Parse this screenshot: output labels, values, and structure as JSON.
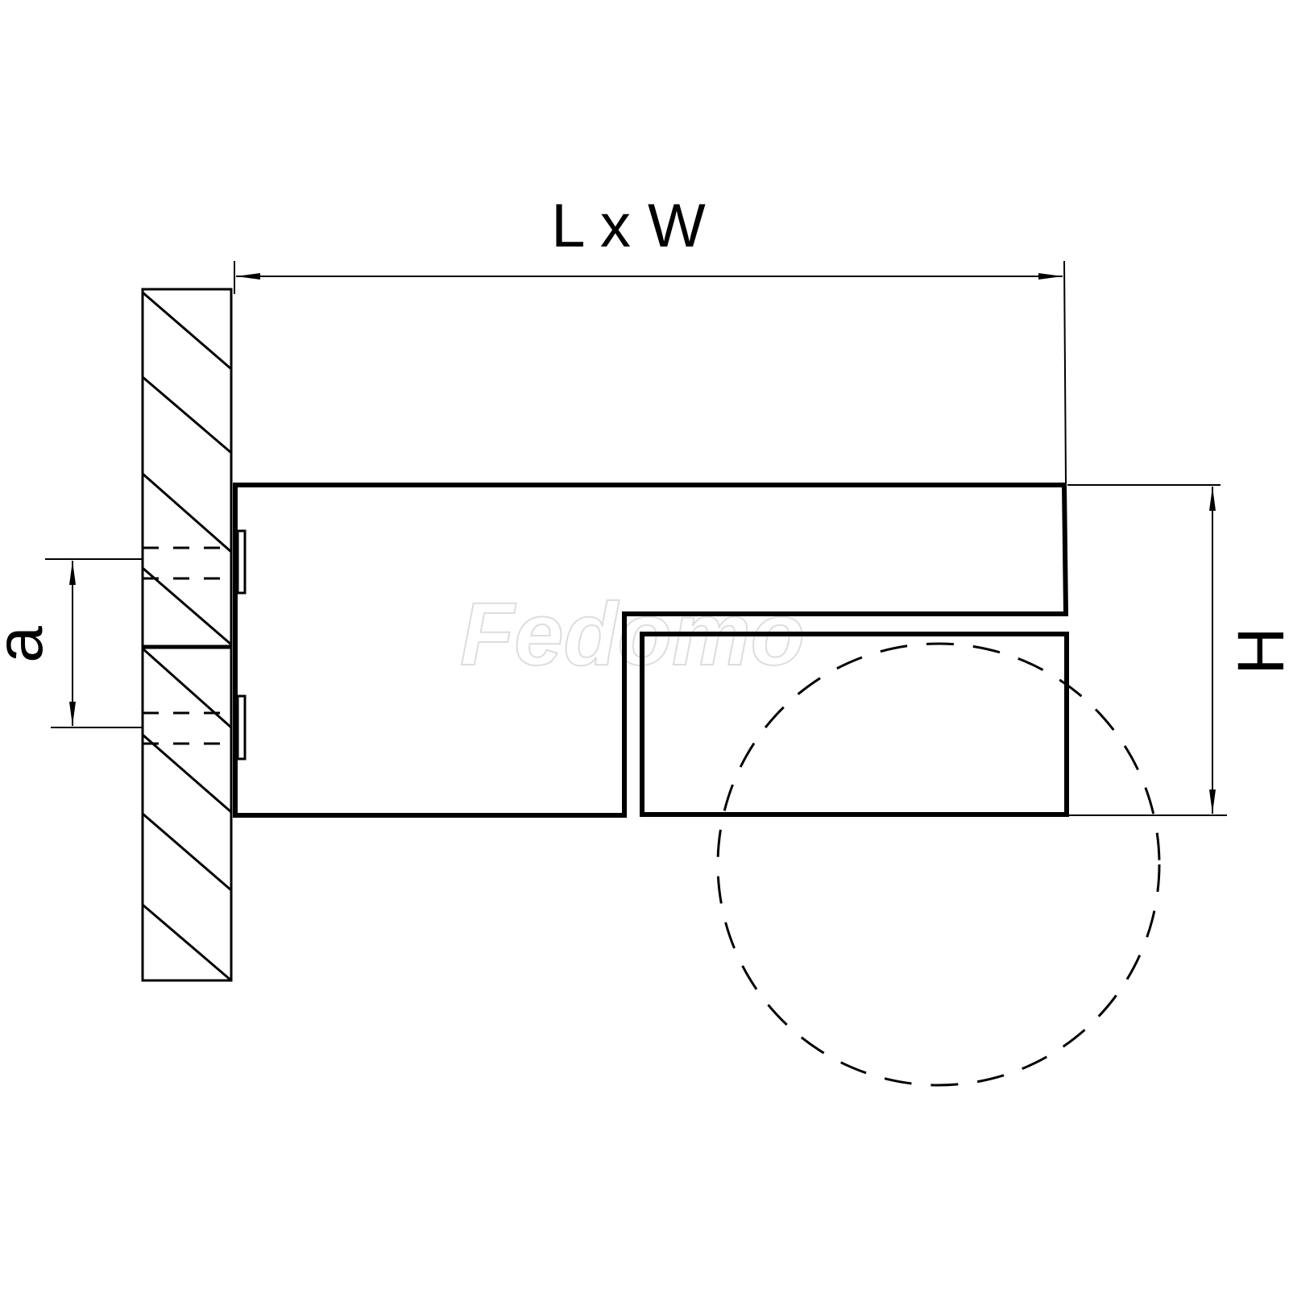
{
  "dimensions": {
    "length_width_label": "L x W",
    "height_label": "H",
    "spacing_label": "a"
  },
  "watermark": "Fedomo",
  "colors": {
    "line": "#000000",
    "watermark": "#dddddd"
  }
}
